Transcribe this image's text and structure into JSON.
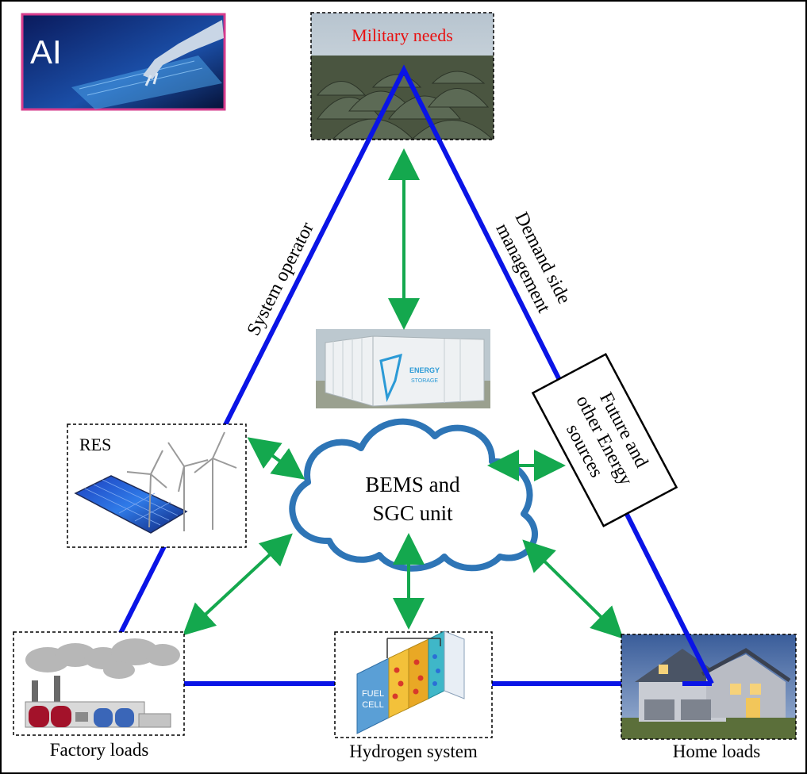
{
  "ai_badge": {
    "text": "AI"
  },
  "nodes": {
    "military": {
      "label": "Military needs"
    },
    "res": {
      "label": "RES"
    },
    "factory": {
      "label": "Factory loads"
    },
    "hydrogen": {
      "label": "Hydrogen system"
    },
    "home": {
      "label": "Home loads"
    },
    "future": {
      "label_lines": [
        "Future and",
        "other Energy",
        "sources"
      ]
    },
    "storage": {
      "logo_lines": [
        "ENERGY",
        "STORAGE"
      ]
    },
    "fuel_cell": {
      "text_lines": [
        "FUEL",
        "CELL"
      ]
    }
  },
  "center": {
    "label_lines": [
      "BEMS and",
      "SGC unit"
    ]
  },
  "edges": {
    "left": {
      "label": "System operator"
    },
    "right": {
      "label_lines": [
        "Demand side",
        "management"
      ]
    }
  },
  "colors": {
    "triangle": "#0a14e6",
    "arrow": "#14a84e",
    "cloud": "#2e75b6",
    "military_text": "#e81010",
    "ai_border": "#d63c8c"
  }
}
